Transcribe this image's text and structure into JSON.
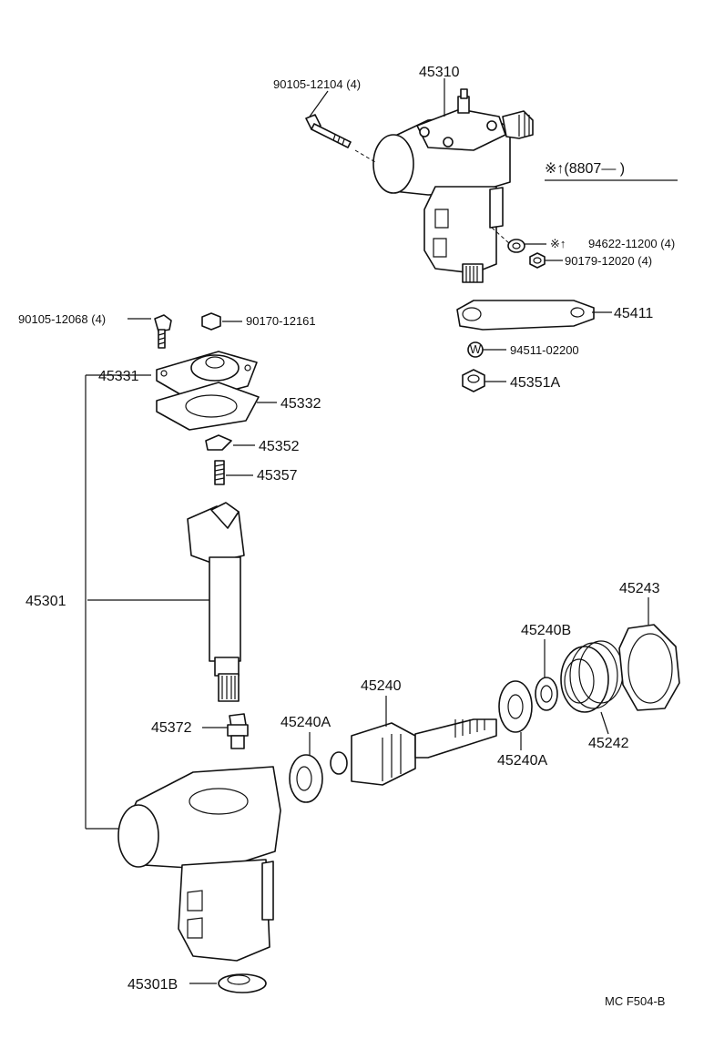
{
  "labels": {
    "p45310": "45310",
    "p90105_12104": "90105-12104 (4)",
    "p_note": "※↑(8807—      )",
    "p94622": "94622-11200 (4)",
    "p_mark": "※↑",
    "p90179": "90179-12020 (4)",
    "p45411": "45411",
    "p94511": "94511-02200",
    "p_w": "W",
    "p45351A": "45351A",
    "p90105_12068": "90105-12068 (4)",
    "p90170": "90170-12161",
    "p45331": "45331",
    "p45332": "45332",
    "p45352": "45352",
    "p45357": "45357",
    "p45301": "45301",
    "p45243": "45243",
    "p45240B": "45240B",
    "p45240": "45240",
    "p45372": "45372",
    "p45240A_1": "45240A",
    "p45240A_2": "45240A",
    "p45242": "45242",
    "p45301B": "45301B",
    "footer": "MC  F504-B"
  }
}
